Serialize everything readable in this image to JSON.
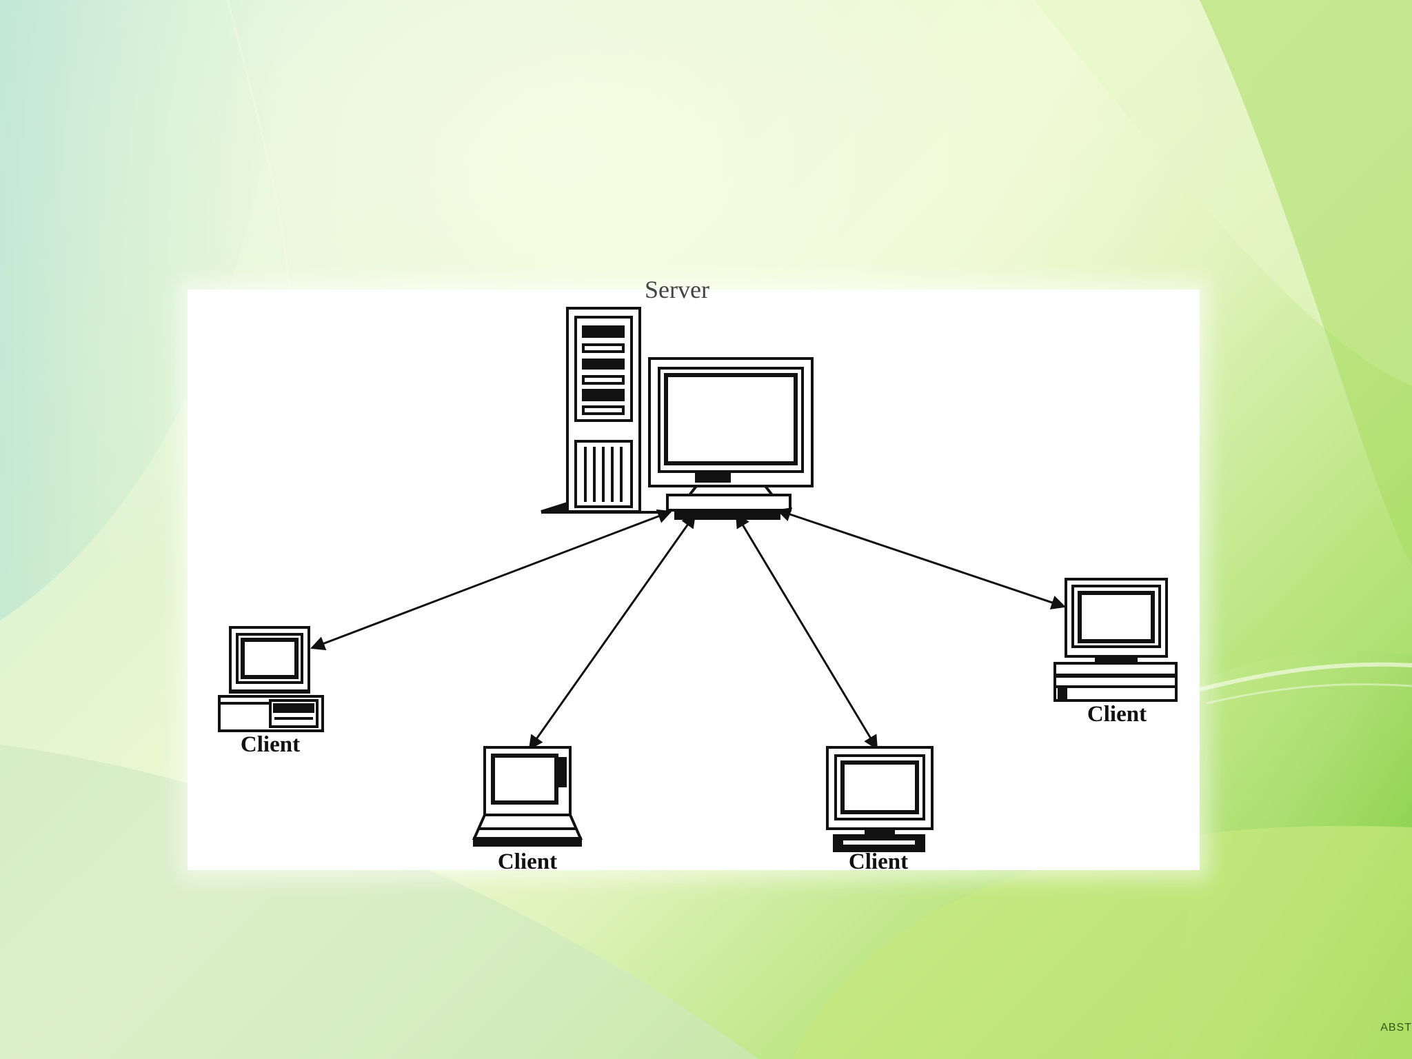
{
  "diagram": {
    "server_label": "Server",
    "client_labels": [
      "Client",
      "Client",
      "Client",
      "Client"
    ]
  },
  "watermark": "ABST",
  "colors": {
    "line": "#111111",
    "panel": "#fdfefd",
    "background_light": "#e3f5cf",
    "background_green": "#8fd24a"
  }
}
